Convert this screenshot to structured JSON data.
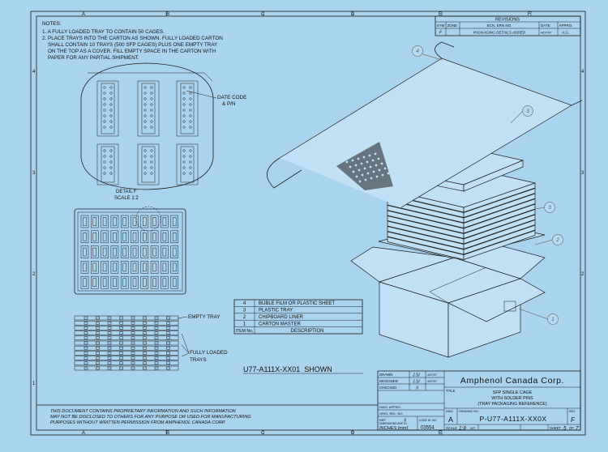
{
  "zone_letters": [
    "A",
    "B",
    "C",
    "D",
    "E",
    "F"
  ],
  "zone_numbers": [
    "1",
    "2",
    "3",
    "4"
  ],
  "notes": {
    "title": "NOTES:",
    "lines": [
      "1. A FULLY LOADED TRAY TO CONTAIN 50 CAGES.",
      "2. PLACE TRAYS INTO THE CARTON AS SHOWN. FULLY LOADED CARTON",
      "    SHALL CONTAIN 10 TRAYS (500 SFP CAGES) PLUS ONE EMPTY TRAY",
      "    ON THE TOP AS A COVER. FILL EMPTY SPACE IN THE CARTON WITH",
      "    PAPER FOR ANY PARTIAL SHIPMENT."
    ]
  },
  "revisions": {
    "title": "REVISIONS",
    "headers": [
      "SYM",
      "ZONE",
      "ECN, ERN NO.",
      "DATE",
      "APPRO."
    ],
    "row": [
      "F",
      "",
      "PACKAGING DETAILS ADDED",
      "4/07/07",
      "A.G."
    ]
  },
  "callouts": {
    "date_code_line1": "DATE CODE",
    "date_code_line2": "& P/N",
    "detail_line1": "DETAIL F",
    "detail_line2": "SCALE 1:2",
    "empty_tray": "EMPTY TRAY",
    "fully_loaded_line1": "FULLY LOADED",
    "fully_loaded_line2": "TRAYS"
  },
  "bubbles": [
    "4",
    "3",
    "3",
    "2",
    "1"
  ],
  "bom": [
    {
      "item": "4",
      "desc": "BUBLE FILM OR PLASTIC SHEET"
    },
    {
      "item": "3",
      "desc": "PLASTIC TRAY"
    },
    {
      "item": "2",
      "desc": "CHIPBOARD LINER"
    },
    {
      "item": "1",
      "desc": "CARTON MASTER"
    },
    {
      "item": "ITEM No.",
      "desc": "DESCRIPTION"
    }
  ],
  "shown_label": "U77-A111X-XX01  SHOWN",
  "disclaimer": [
    "THIS DOCUMENT CONTAINS PROPRIETARY INFORMATION AND SUCH INFORMATION",
    "MAY NOT BE DISCLOSED TO OTHERS FOR ANY PURPOSE OR USED FOR MANUFACTURING",
    "PURPOSES WITHOUT WRITTEN PERMISSION FROM AMPHENOL CANADA CORP."
  ],
  "title_block": {
    "drawn_label": "DRAWN",
    "drawn_name": "J.SI",
    "drawn_date": "4/07/07",
    "designed_label": "DESIGNED",
    "designed_name": "J.SI",
    "designed_date": "4/07/07",
    "checked_label": "CHECKED",
    "checked_name": "X",
    "company": "Amphenol Canada Corp.",
    "title_label": "TITLE",
    "title_lines": [
      "SFP SINGLE CAGE",
      "WITH SOLDER PINS",
      "(TRAY PACKAGING REFERENCE)"
    ],
    "dwg_appro_label": "DWG. APPRO.",
    "orig_rel_label": "ORIG. REL. NO.",
    "ref_label": "REF",
    "ref_value": "X",
    "dims_label": "DIMENSIONS ARE IN",
    "dims_value": "INCHES [mm]",
    "code_label": "CODE ID. NO.",
    "code_value": "03554",
    "dwg_label": "DWG",
    "size_value": "A",
    "drawing_no_label": "DRAWING NO.",
    "drawing_no": "P-U77-A111X-XX0X",
    "rev_label": "REV",
    "rev_value": "F",
    "scale_label": "SCALE",
    "scale_value": "1:8",
    "wt_label": "WT.",
    "sheet_label": "SHEET",
    "sheet_value": "5",
    "of_label": "OF",
    "sheet_total": "7"
  }
}
